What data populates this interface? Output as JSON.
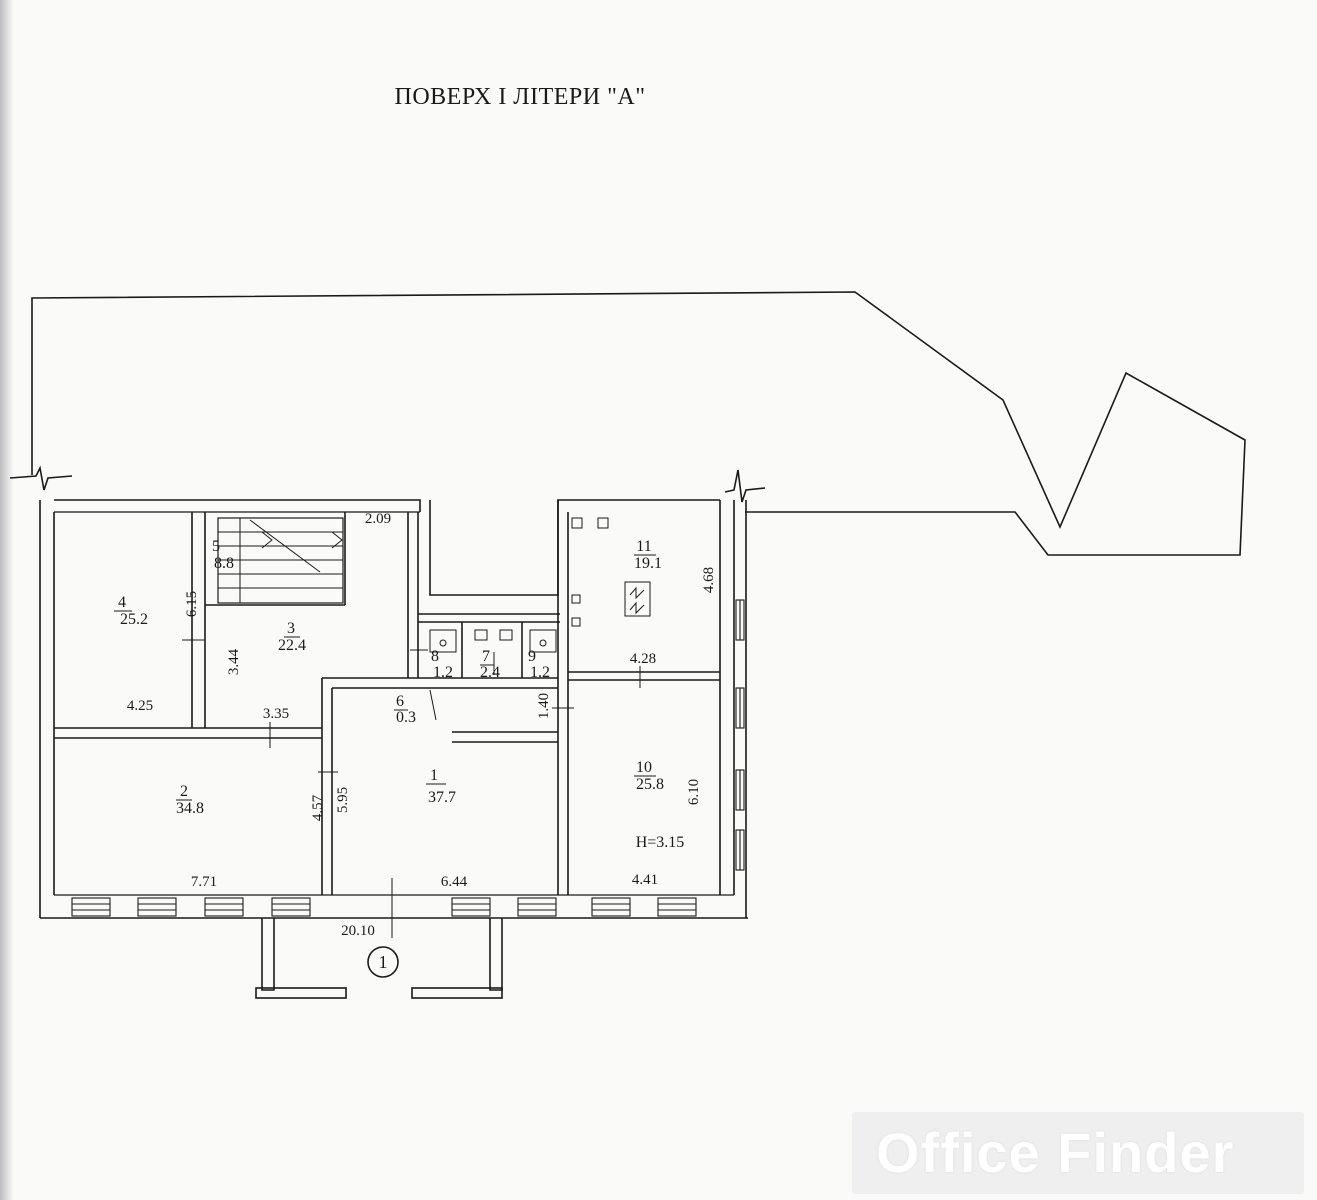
{
  "title": "ПОВЕРХ І ЛІТЕРИ \"А\"",
  "rooms": [
    {
      "number": "1",
      "area": "37.7"
    },
    {
      "number": "2",
      "area": "34.8"
    },
    {
      "number": "3",
      "area": "22.4"
    },
    {
      "number": "4",
      "area": "25.2"
    },
    {
      "number": "5",
      "area": "8.8"
    },
    {
      "number": "6",
      "area": "0.3"
    },
    {
      "number": "7",
      "area": "2.4"
    },
    {
      "number": "8",
      "area": "1.2"
    },
    {
      "number": "9",
      "area": "1.2"
    },
    {
      "number": "10",
      "area": "25.8"
    },
    {
      "number": "11",
      "area": "19.1"
    }
  ],
  "dimensions": {
    "room4_width": "4.25",
    "room4_depth": "6.15",
    "room3_depth": "3.44",
    "room3_width": "3.35",
    "room3_top": "2.09",
    "room2_width": "7.71",
    "room2_depth": "4.57",
    "room1_depth": "5.95",
    "room1_width": "6.44",
    "corridor_depth": "1.40",
    "room11_depth": "4.68",
    "room11_width": "4.28",
    "room10_depth": "6.10",
    "room10_width": "4.41",
    "total_length": "20.10"
  },
  "ceiling_height": "H=3.15",
  "entrance_marker": "1",
  "watermark": "Office Finder"
}
